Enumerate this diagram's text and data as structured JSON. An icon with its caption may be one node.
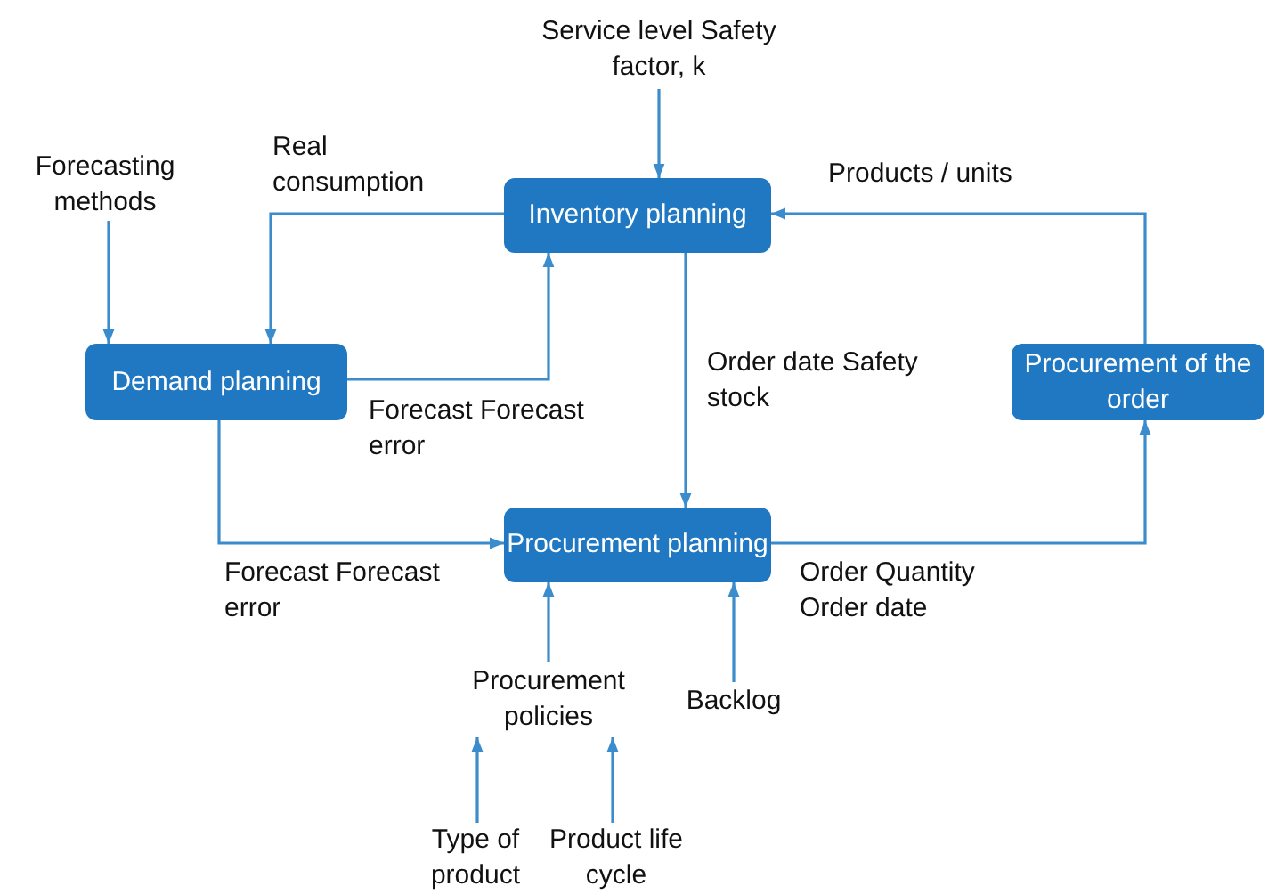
{
  "diagram": {
    "nodes": [
      {
        "text": [
          "Inventory planning"
        ]
      },
      {
        "text": [
          "Demand planning"
        ]
      },
      {
        "text": [
          "Procurement of the order"
        ]
      },
      {
        "text": [
          "Procurement planning"
        ]
      },
      {
        "text": [
          "Service level Safety factor, k"
        ]
      },
      {
        "text": [
          "Forecasting methods"
        ]
      },
      {
        "text": [
          "Procurement policies"
        ]
      },
      {
        "text": [
          "Backlog"
        ]
      },
      {
        "text": [
          "Type of product"
        ]
      },
      {
        "text": [
          "Product life cycle"
        ]
      }
    ],
    "edges": [
      {
        "from": 0,
        "to": 1,
        "arrow": "to",
        "label": "Real consumption"
      },
      {
        "from": 1,
        "to": 0,
        "arrow": "to",
        "label": "Forecast Forecast error"
      },
      {
        "from": 0,
        "to": 3,
        "arrow": "to",
        "label": "Order date Safety stock"
      },
      {
        "from": 1,
        "to": 3,
        "arrow": "to",
        "label": "Forecast Forecast error"
      },
      {
        "from": 3,
        "to": 2,
        "arrow": "to",
        "label": "Order Quantity Order date"
      },
      {
        "from": 2,
        "to": 0,
        "arrow": "to",
        "label": "Products / units"
      },
      {
        "from": 4,
        "to": 0,
        "arrow": "to"
      },
      {
        "from": 5,
        "to": 1,
        "arrow": "to"
      },
      {
        "from": 6,
        "to": 3,
        "arrow": "to"
      },
      {
        "from": 7,
        "to": 3,
        "arrow": "to"
      },
      {
        "from": 8,
        "to": 6,
        "arrow": "to"
      },
      {
        "from": 9,
        "to": 6,
        "arrow": "to"
      }
    ]
  }
}
